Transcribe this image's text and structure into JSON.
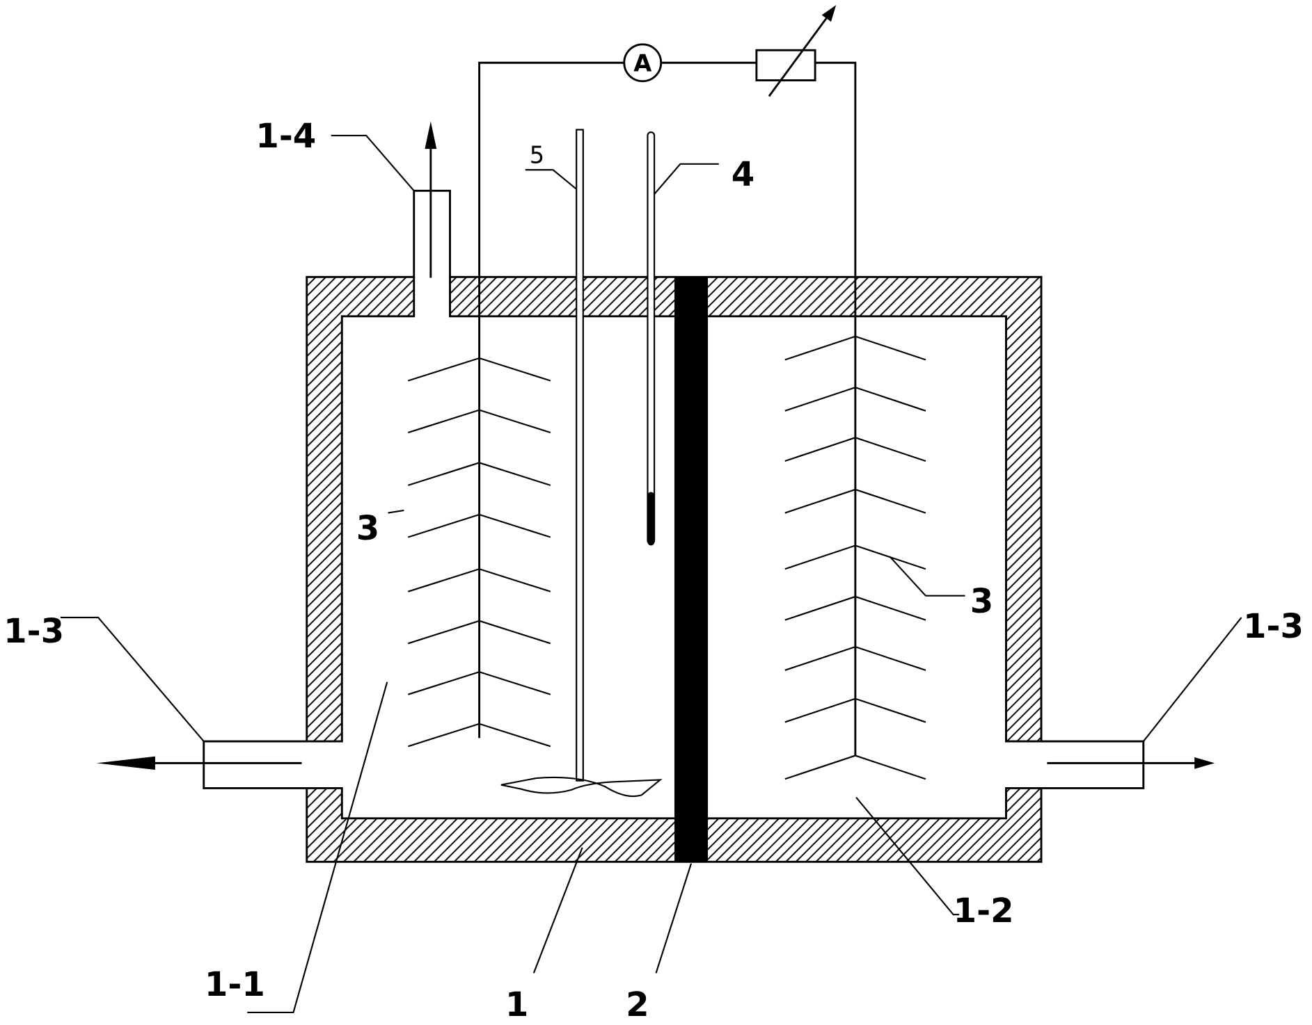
{
  "labels": {
    "outlet_top": "1-4",
    "stirrer": "5",
    "thermometer": "4",
    "electrode_left": "3",
    "electrode_right": "3",
    "outlet_left": "1-3",
    "outlet_right": "1-3",
    "chamber_left": "1-1",
    "tank": "1",
    "membrane": "2",
    "chamber_right": "1-2"
  },
  "ammeter": {
    "symbol": "A"
  },
  "colors": {
    "line": "#000000",
    "background": "#ffffff",
    "membrane": "#000000"
  }
}
